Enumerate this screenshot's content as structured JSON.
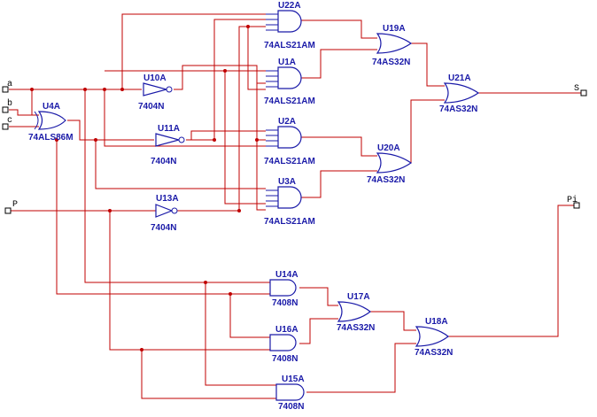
{
  "inputs": {
    "a": "a",
    "b": "b",
    "c": "c",
    "p": "P"
  },
  "outputs": {
    "s": "S",
    "pi": "Pi"
  },
  "gates": {
    "u22": {
      "ref": "U22A",
      "part": "74ALS21AM"
    },
    "u1": {
      "ref": "U1A",
      "part": "74ALS21AM"
    },
    "u2": {
      "ref": "U2A",
      "part": "74ALS21AM"
    },
    "u3": {
      "ref": "U3A",
      "part": "74ALS21AM"
    },
    "u19": {
      "ref": "U19A",
      "part": "74AS32N"
    },
    "u20": {
      "ref": "U20A",
      "part": "74AS32N"
    },
    "u21": {
      "ref": "U21A",
      "part": "74AS32N"
    },
    "u10": {
      "ref": "U10A",
      "part": "7404N"
    },
    "u11": {
      "ref": "U11A",
      "part": "7404N"
    },
    "u13": {
      "ref": "U13A",
      "part": "7404N"
    },
    "u4": {
      "ref": "U4A",
      "part": "74ALS86M"
    },
    "u14": {
      "ref": "U14A",
      "part": "7408N"
    },
    "u16": {
      "ref": "U16A",
      "part": "7408N"
    },
    "u15": {
      "ref": "U15A",
      "part": "7408N"
    },
    "u17": {
      "ref": "U17A",
      "part": "74AS32N"
    },
    "u18": {
      "ref": "U18A",
      "part": "74AS32N"
    }
  }
}
